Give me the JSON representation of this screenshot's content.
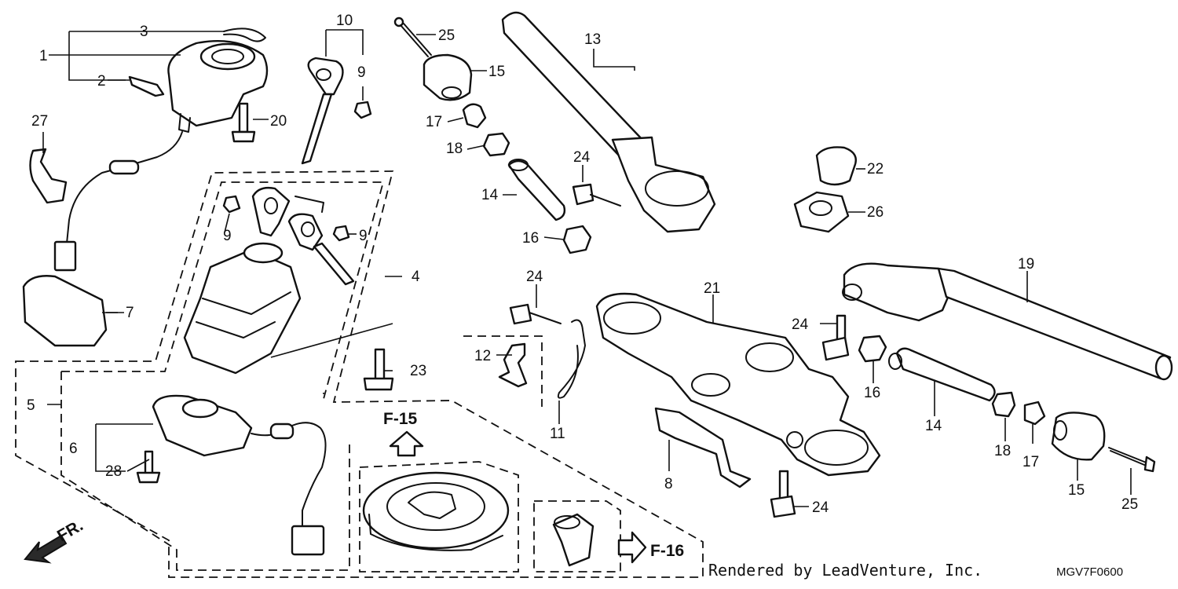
{
  "diagram": {
    "callouts": [
      "1",
      "2",
      "3",
      "4",
      "5",
      "6",
      "7",
      "8",
      "9",
      "10",
      "11",
      "12",
      "13",
      "14",
      "15",
      "16",
      "17",
      "18",
      "19",
      "20",
      "21",
      "22",
      "23",
      "24",
      "25",
      "26",
      "27",
      "28"
    ],
    "section_refs": {
      "f15": "F-15",
      "f16": "F-16"
    },
    "front_marker": "FR.",
    "credit": "Rendered by LeadVenture, Inc.",
    "diagram_code": "MGV7F0600"
  }
}
